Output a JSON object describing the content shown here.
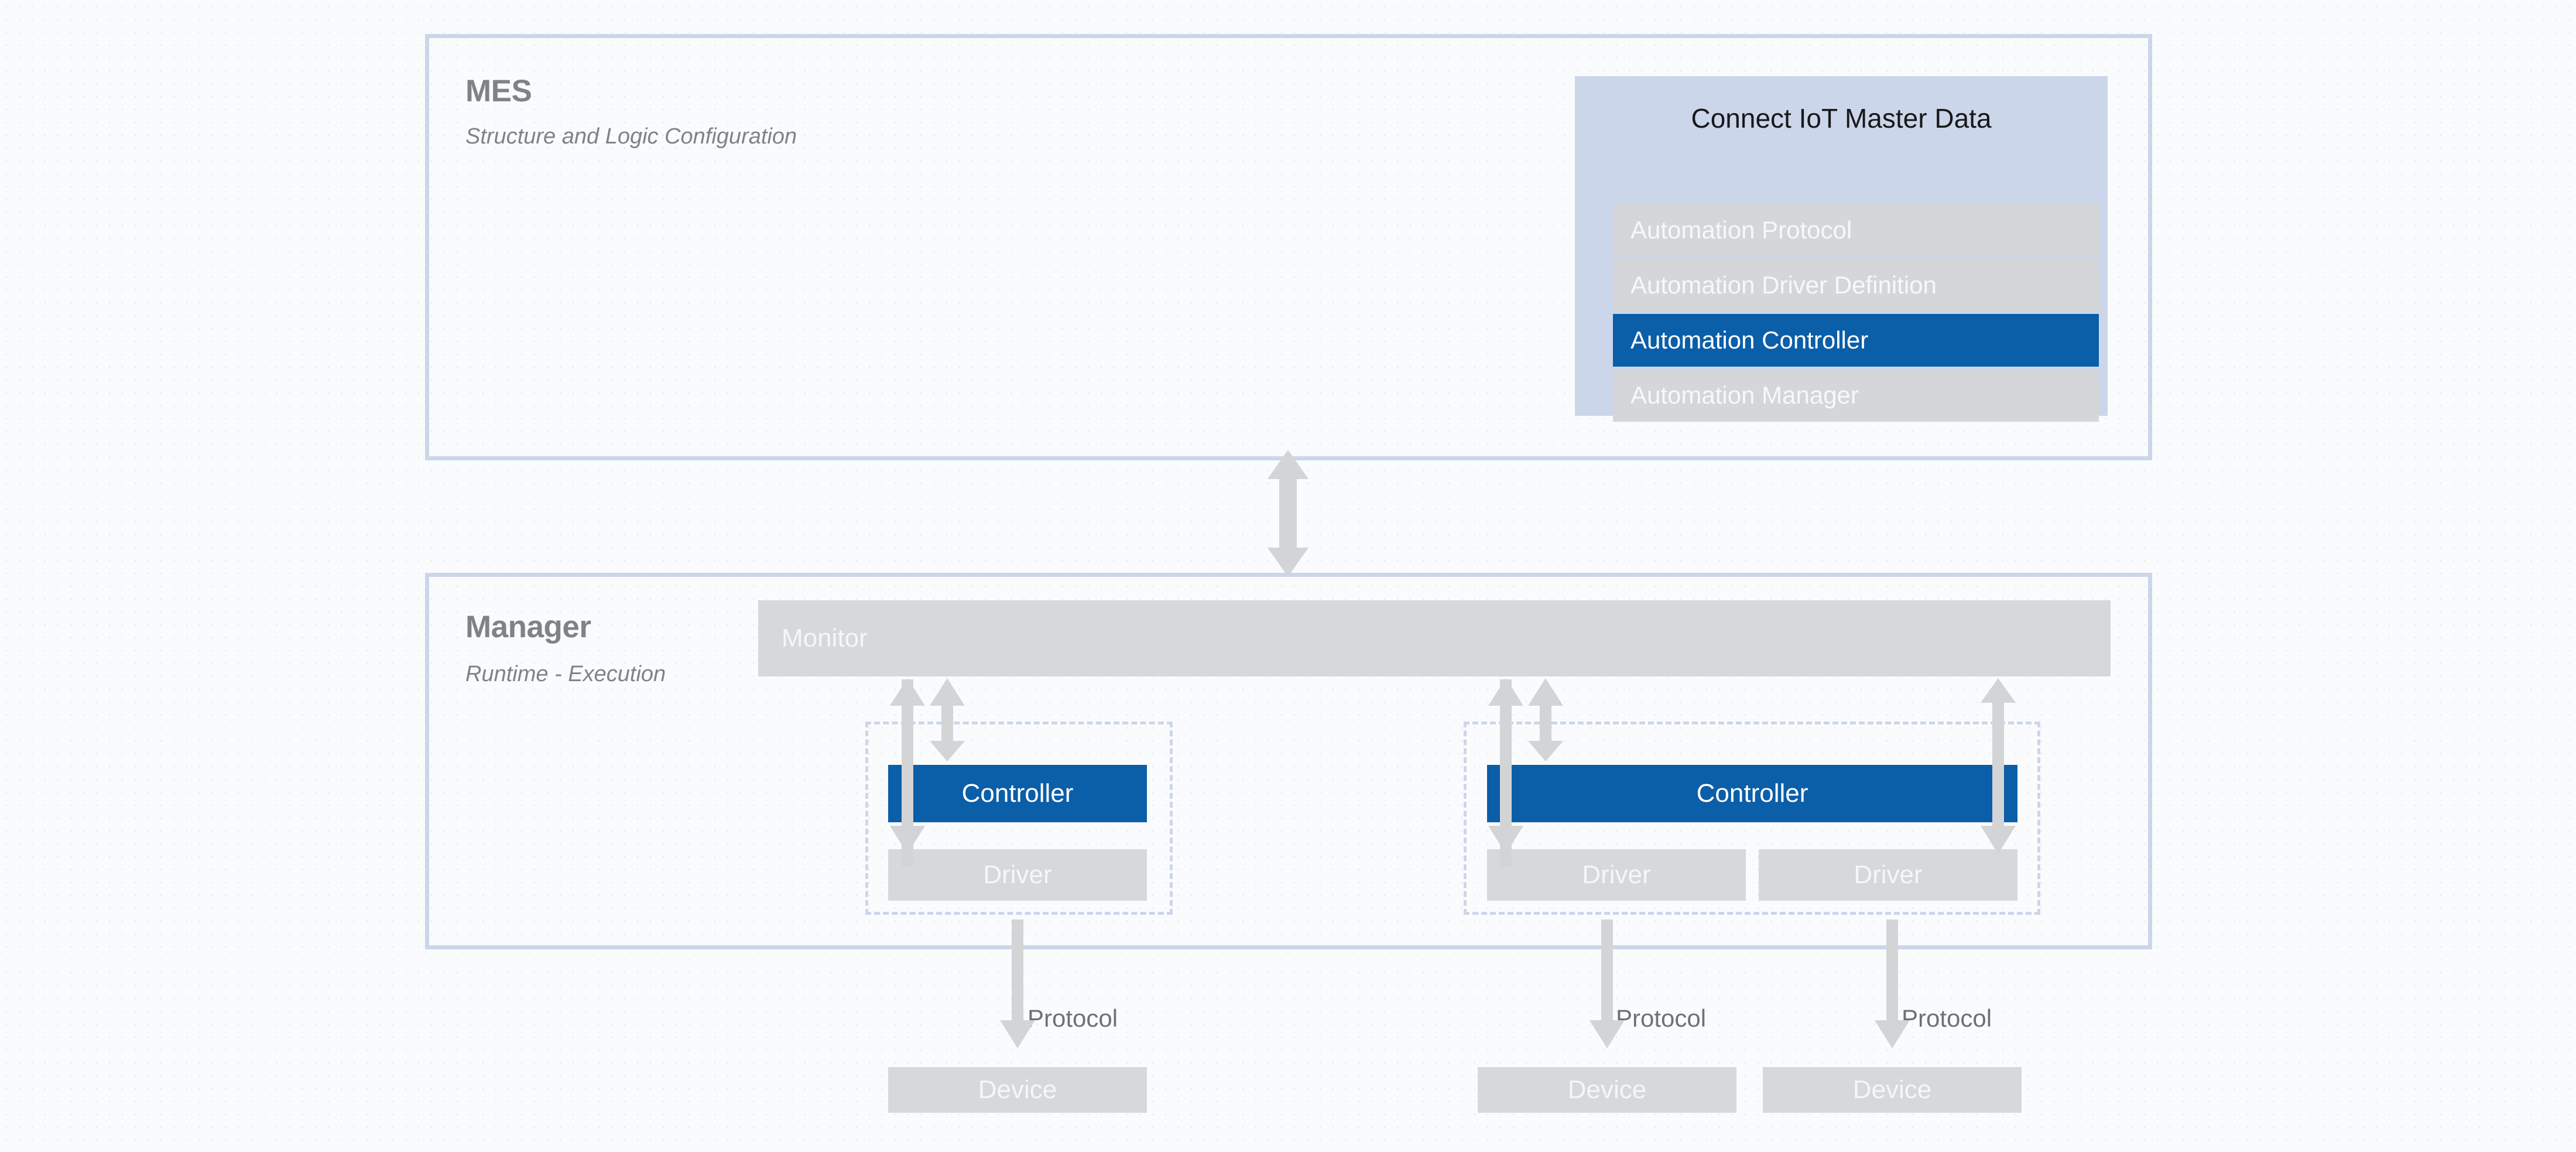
{
  "mes": {
    "title": "MES",
    "subtitle": "Structure and Logic Configuration"
  },
  "manager": {
    "title": "Manager",
    "subtitle": "Runtime - Execution"
  },
  "iot_card": {
    "title": "Connect IoT Master Data",
    "items": [
      {
        "label": "Automation Protocol",
        "state": "muted"
      },
      {
        "label": "Automation Driver Definition",
        "state": "muted"
      },
      {
        "label": "Automation Controller",
        "state": "active"
      },
      {
        "label": "Automation Manager",
        "state": "muted"
      }
    ]
  },
  "runtime": {
    "monitor_label": "Monitor",
    "groups": [
      {
        "controller_label": "Controller",
        "drivers": [
          "Driver"
        ]
      },
      {
        "controller_label": "Controller",
        "drivers": [
          "Driver",
          "Driver"
        ]
      }
    ],
    "protocol_labels": [
      "Protocol",
      "Protocol",
      "Protocol"
    ],
    "devices": [
      "Device",
      "Device",
      "Device"
    ]
  },
  "colors": {
    "accent_blue": "#0b5ea8",
    "panel_border": "#ccd6ea",
    "card_background": "#ccd6ea",
    "box_gray": "#d7d8da",
    "text_gray": "#808285",
    "arrow_gray": "#d3d4d6",
    "page_background": "#fafbfc"
  }
}
